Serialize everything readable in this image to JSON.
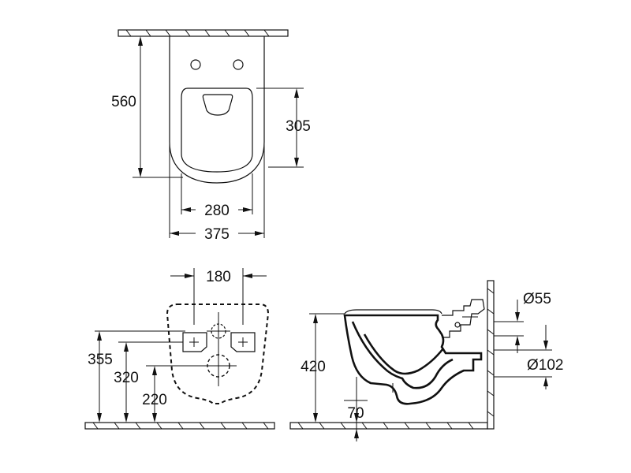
{
  "top_view": {
    "overall_length": "560",
    "seat_opening_length": "305",
    "inner_width": "280",
    "overall_width": "375"
  },
  "rear_view": {
    "bolt_spacing": "180",
    "height_total": "355",
    "height_inlet": "320",
    "height_outlet": "220"
  },
  "side_view": {
    "height": "420",
    "outlet_offset": "70",
    "inlet_diameter": "Ø55",
    "outlet_diameter": "Ø102"
  },
  "colors": {
    "line": "#111111",
    "background": "#ffffff"
  }
}
